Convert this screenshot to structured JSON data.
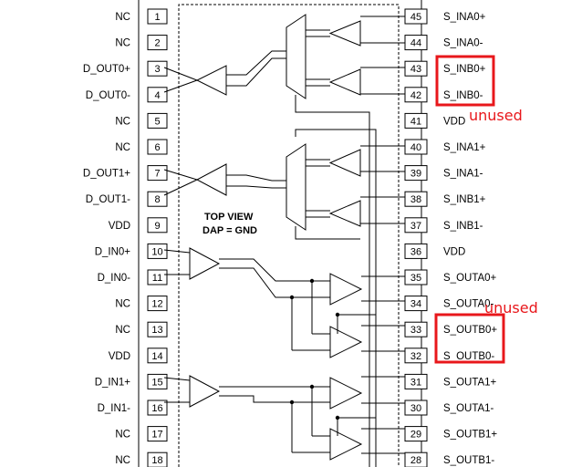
{
  "package": {
    "title_line1": "TOP VIEW",
    "title_line2": "DAP = GND"
  },
  "left_pins": [
    {
      "num": "1",
      "name": "NC"
    },
    {
      "num": "2",
      "name": "NC"
    },
    {
      "num": "3",
      "name": "D_OUT0+"
    },
    {
      "num": "4",
      "name": "D_OUT0-"
    },
    {
      "num": "5",
      "name": "NC"
    },
    {
      "num": "6",
      "name": "NC"
    },
    {
      "num": "7",
      "name": "D_OUT1+"
    },
    {
      "num": "8",
      "name": "D_OUT1-"
    },
    {
      "num": "9",
      "name": "VDD"
    },
    {
      "num": "10",
      "name": "D_IN0+"
    },
    {
      "num": "11",
      "name": "D_IN0-"
    },
    {
      "num": "12",
      "name": "NC"
    },
    {
      "num": "13",
      "name": "NC"
    },
    {
      "num": "14",
      "name": "VDD"
    },
    {
      "num": "15",
      "name": "D_IN1+"
    },
    {
      "num": "16",
      "name": "D_IN1-"
    },
    {
      "num": "17",
      "name": "NC"
    },
    {
      "num": "18",
      "name": "NC"
    }
  ],
  "right_pins": [
    {
      "num": "45",
      "name": "S_INA0+"
    },
    {
      "num": "44",
      "name": "S_INA0-"
    },
    {
      "num": "43",
      "name": "S_INB0+"
    },
    {
      "num": "42",
      "name": "S_INB0-"
    },
    {
      "num": "41",
      "name": "VDD"
    },
    {
      "num": "40",
      "name": "S_INA1+"
    },
    {
      "num": "39",
      "name": "S_INA1-"
    },
    {
      "num": "38",
      "name": "S_INB1+"
    },
    {
      "num": "37",
      "name": "S_INB1-"
    },
    {
      "num": "36",
      "name": "VDD"
    },
    {
      "num": "35",
      "name": "S_OUTA0+"
    },
    {
      "num": "34",
      "name": "S_OUTA0-"
    },
    {
      "num": "33",
      "name": "S_OUTB0+"
    },
    {
      "num": "32",
      "name": "S_OUTB0-"
    },
    {
      "num": "31",
      "name": "S_OUTA1+"
    },
    {
      "num": "30",
      "name": "S_OUTA1-"
    },
    {
      "num": "29",
      "name": "S_OUTB1+"
    },
    {
      "num": "28",
      "name": "S_OUTB1-"
    }
  ],
  "annotations": {
    "unused_inputs": "unused",
    "unused_outputs": "unused"
  },
  "colors": {
    "highlight": "#e8171b",
    "line": "#000000"
  }
}
